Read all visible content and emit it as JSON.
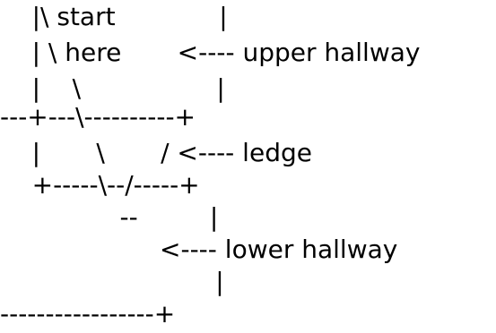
{
  "diagram": {
    "lines": [
      "    |\\ start             |",
      "    | \\ here       <---- upper hallway",
      "    |    \\                 |",
      "---+---\\----------+",
      "    |       \\       / <---- ledge",
      "    +-----\\--/-----+",
      "               --         |",
      "                    <---- lower hallway",
      "                           |",
      "-----------------+"
    ]
  }
}
